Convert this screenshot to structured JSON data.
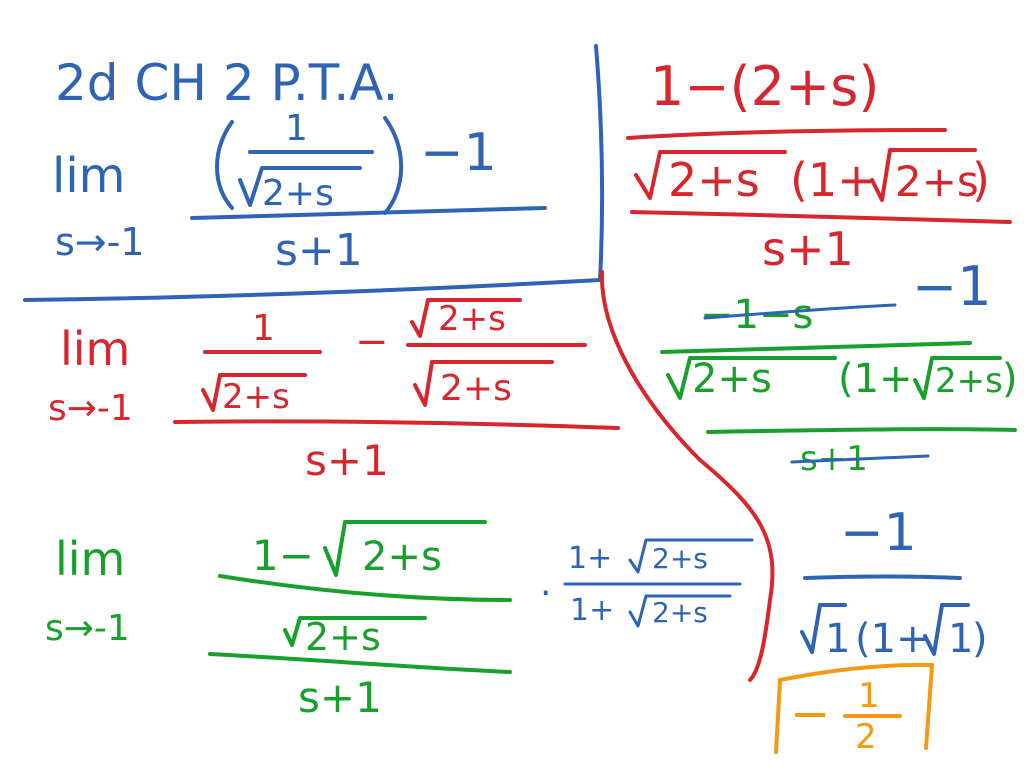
{
  "colors": {
    "blue": "#2f63b4",
    "red": "#d8262e",
    "green": "#17a02c",
    "orange": "#f39a14",
    "background": "#ffffff"
  },
  "blue_block": {
    "header": "2d CH 2 P.T.A.",
    "lim": "lim",
    "sub": "s→-1",
    "numerator_top": "1",
    "numerator_radicand": "2+s",
    "minus_one": "−1",
    "denominator": "s+1"
  },
  "red_block": {
    "lim": "lim",
    "sub": "s→-1",
    "frac1_num": "1",
    "frac1_radicand": "2+s",
    "minus": "−",
    "frac2_num_radicand": "2+s",
    "frac2_den_radicand": "2+s",
    "denominator": "s+1"
  },
  "green_block": {
    "lim": "lim",
    "sub": "s→-1",
    "numerator_one": "1−",
    "numerator_radicand": "2+s",
    "den_radicand": "2+s",
    "denominator": "s+1",
    "dot": "·"
  },
  "blue_conjugate": {
    "num": "1+",
    "num_radicand": "2+s",
    "den": "1+",
    "den_radicand": "2+s"
  },
  "right_red": {
    "numerator": "1−(2+s)",
    "den_radicand1": "2+s",
    "den_paren_open": "(1+",
    "den_radicand2": "2+s",
    "den_paren_close": ")",
    "bottom": "s+1"
  },
  "right_green": {
    "numerator_struck": "−1−s",
    "replacement": "−1",
    "den_radicand1": "2+s",
    "den_paren_open": "(1+",
    "den_radicand2": "2+s",
    "den_paren_close": ")",
    "bottom_struck": "s+1"
  },
  "right_blue": {
    "numerator": "−1",
    "den_radicand1": "1",
    "den_paren_open": "(1+",
    "den_radicand2": "1",
    "den_paren_close": ")"
  },
  "answer": {
    "sign": "−",
    "num": "1",
    "den": "2"
  }
}
